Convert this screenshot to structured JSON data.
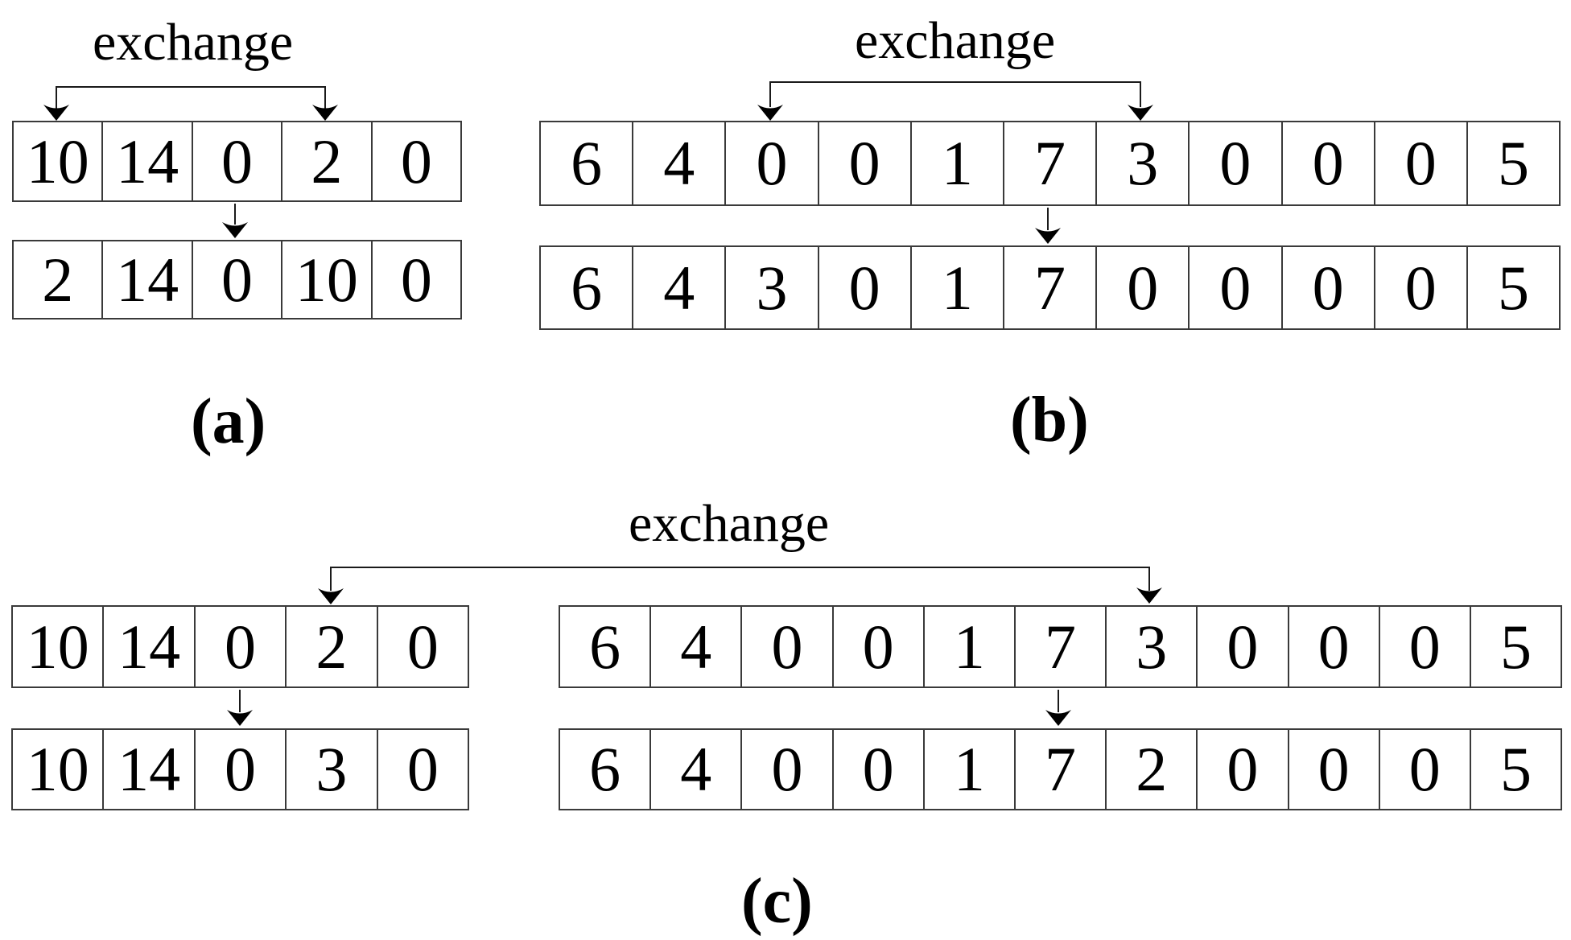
{
  "panel_a": {
    "caption": "(a)",
    "exchange_label": "exchange",
    "row_before": [
      "10",
      "14",
      "0",
      "2",
      "0"
    ],
    "row_after": [
      "2",
      "14",
      "0",
      "10",
      "0"
    ],
    "swap_cell_indices": [
      0,
      3
    ],
    "insert_arrow_cell_index": 2
  },
  "panel_b": {
    "caption": "(b)",
    "exchange_label": "exchange",
    "row_before": [
      "6",
      "4",
      "0",
      "0",
      "1",
      "7",
      "3",
      "0",
      "0",
      "0",
      "5"
    ],
    "row_after": [
      "6",
      "4",
      "3",
      "0",
      "1",
      "7",
      "0",
      "0",
      "0",
      "0",
      "5"
    ],
    "swap_cell_indices": [
      2,
      6
    ],
    "insert_arrow_cell_index": 5
  },
  "panel_c": {
    "caption": "(c)",
    "exchange_label": "exchange",
    "left_row_before": [
      "10",
      "14",
      "0",
      "2",
      "0"
    ],
    "left_row_after": [
      "10",
      "14",
      "0",
      "3",
      "0"
    ],
    "right_row_before": [
      "6",
      "4",
      "0",
      "0",
      "1",
      "7",
      "3",
      "0",
      "0",
      "0",
      "5"
    ],
    "right_row_after": [
      "6",
      "4",
      "0",
      "0",
      "1",
      "7",
      "2",
      "0",
      "0",
      "0",
      "5"
    ],
    "swap_left_cell_index": 3,
    "swap_right_cell_index": 6,
    "insert_arrow_left_cell_index": 2,
    "insert_arrow_right_cell_index": 5
  },
  "colors": {
    "background": "#ffffff",
    "grid_line": "#3a3a3a",
    "arrow": "#000000",
    "text": "#000000"
  }
}
